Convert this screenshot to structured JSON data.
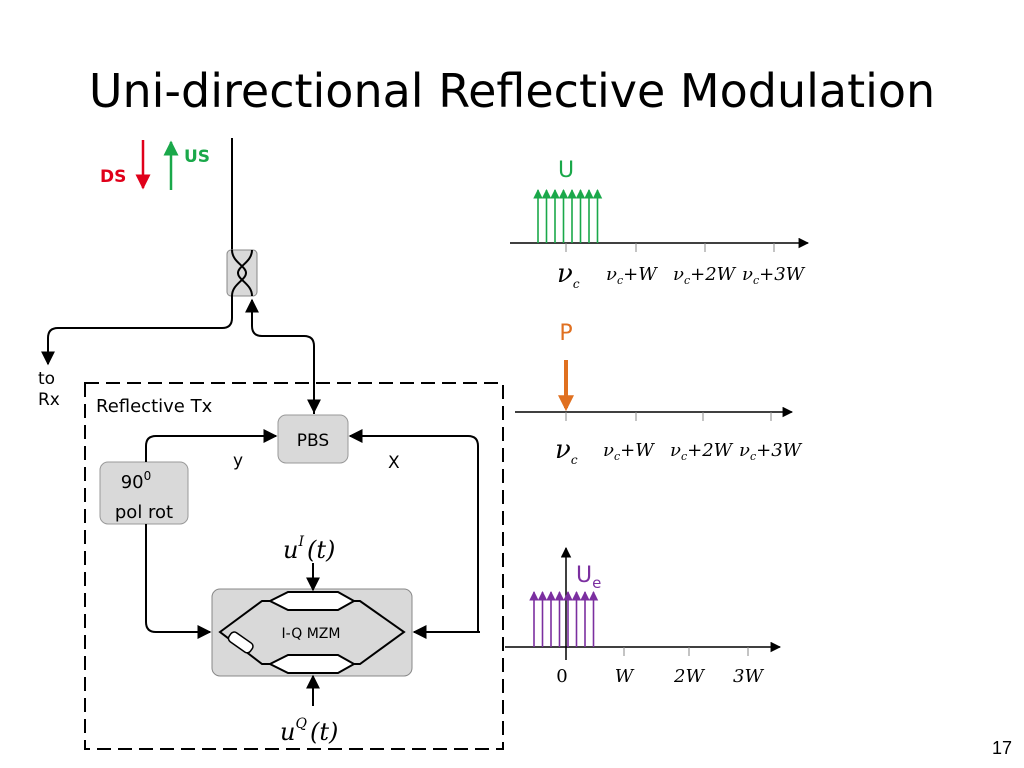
{
  "slide": {
    "title": "Uni-directional Reflective Modulation",
    "page_number": "17"
  },
  "direction_labels": {
    "ds": "DS",
    "us": "US"
  },
  "to_rx": {
    "line1": "to",
    "line2": "Rx"
  },
  "reflective_tx": {
    "label": "Reflective Tx",
    "pbs_label": "PBS",
    "y_label": "y",
    "x_label": "X",
    "pol_rot_line1": "90",
    "pol_rot_sup": "0",
    "pol_rot_line2": "pol rot",
    "mzm_label": "I-Q MZM",
    "drive_top": {
      "base": "u",
      "sup": "I",
      "arg": "(t)"
    },
    "drive_bottom": {
      "base": "u",
      "sup": "Q",
      "arg": "(t)"
    }
  },
  "spectra": {
    "u": {
      "label": "U",
      "ticks": [
        {
          "main": "ν",
          "sub": "c",
          "rest": ""
        },
        {
          "main": "ν",
          "sub": "c",
          "rest": "+W"
        },
        {
          "main": "ν",
          "sub": "c",
          "rest": "+2W"
        },
        {
          "main": "ν",
          "sub": "c",
          "rest": "+3W"
        }
      ]
    },
    "p": {
      "label": "P",
      "ticks": [
        {
          "main": "ν",
          "sub": "c",
          "rest": ""
        },
        {
          "main": "ν",
          "sub": "c",
          "rest": "+W"
        },
        {
          "main": "ν",
          "sub": "c",
          "rest": "+2W"
        },
        {
          "main": "ν",
          "sub": "c",
          "rest": "+3W"
        }
      ]
    },
    "ue": {
      "label": "U",
      "label_sub": "e",
      "ticks": [
        "0",
        "W",
        "2W",
        "3W"
      ]
    }
  },
  "colors": {
    "ds": "#e0001a",
    "us": "#1aa84a",
    "u_spectrum": "#1aa84a",
    "p_spectrum": "#e07020",
    "ue_spectrum": "#7b2fa0",
    "box_fill": "#d9d9d9"
  },
  "icons": {
    "coupler": "fiber-coupler-icon",
    "phase_shifter": "phase-shifter-icon"
  }
}
